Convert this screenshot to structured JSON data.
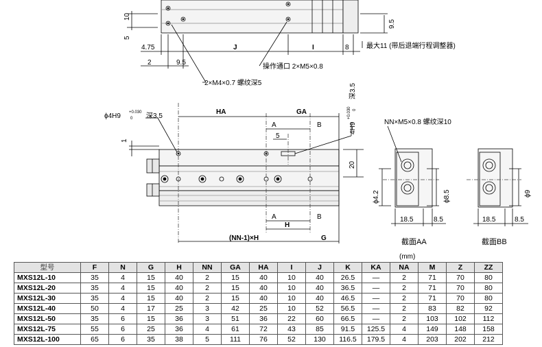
{
  "top_view": {
    "dims": {
      "d10": "10",
      "d5": "5",
      "d475": "4.75",
      "dJ": "J",
      "dI": "I",
      "d8": "8",
      "d2": "2",
      "d95a": "9.5",
      "d95b": "9.5"
    },
    "notes": {
      "stroke_adjuster": "最大11 (带后退端行程调整器)",
      "operation_port": "操作通口 2×M5×0.8",
      "thread_hole": "2×M4×0.7 螺纹深5"
    }
  },
  "front_view": {
    "pin_hole_left": "ϕ4H9",
    "pin_hole_left_tol": "+0.030",
    "pin_hole_left_tol_zero": "0",
    "pin_hole_left_depth": "深3.5",
    "pin_hole_right": "4H9",
    "pin_hole_right_tol": "+0.030",
    "pin_hole_right_tol_zero": "0",
    "pin_hole_right_depth": "深3.5",
    "dims": {
      "HA": "HA",
      "GA": "GA",
      "A_top": "A",
      "B_top": "B",
      "d5": "5",
      "d1": "1",
      "d20": "20",
      "A_bot": "A",
      "B_bot": "B",
      "H": "H",
      "NNH": "(NN-1)×H",
      "G": "G"
    }
  },
  "section_views": {
    "nn_thread": "NN×M5×0.8 螺纹深10",
    "d42": "ϕ4.2",
    "d85a": "ϕ8.5",
    "d185a": "18.5",
    "d85b": "8.5",
    "d9": "ϕ9",
    "d185b": "18.5",
    "d85c": "8.5",
    "label_aa": "截面AA",
    "label_bb": "截面BB"
  },
  "table": {
    "unit": "(mm)",
    "headers": [
      "型号",
      "F",
      "N",
      "G",
      "H",
      "NN",
      "GA",
      "HA",
      "I",
      "J",
      "K",
      "KA",
      "NA",
      "M",
      "Z",
      "ZZ"
    ],
    "rows": [
      [
        "MXS12L-10",
        "35",
        "4",
        "15",
        "40",
        "2",
        "15",
        "40",
        "10",
        "40",
        "26.5",
        "—",
        "2",
        "71",
        "70",
        "80"
      ],
      [
        "MXS12L-20",
        "35",
        "4",
        "15",
        "40",
        "2",
        "15",
        "40",
        "10",
        "40",
        "36.5",
        "—",
        "2",
        "71",
        "70",
        "80"
      ],
      [
        "MXS12L-30",
        "35",
        "4",
        "15",
        "40",
        "2",
        "15",
        "40",
        "10",
        "40",
        "46.5",
        "—",
        "2",
        "71",
        "70",
        "80"
      ],
      [
        "MXS12L-40",
        "50",
        "4",
        "17",
        "25",
        "3",
        "42",
        "25",
        "10",
        "52",
        "56.5",
        "—",
        "2",
        "83",
        "82",
        "92"
      ],
      [
        "MXS12L-50",
        "35",
        "6",
        "15",
        "36",
        "3",
        "51",
        "36",
        "22",
        "60",
        "66.5",
        "—",
        "2",
        "103",
        "102",
        "112"
      ],
      [
        "MXS12L-75",
        "55",
        "6",
        "25",
        "36",
        "4",
        "61",
        "72",
        "43",
        "85",
        "91.5",
        "125.5",
        "4",
        "149",
        "148",
        "158"
      ],
      [
        "MXS12L-100",
        "65",
        "6",
        "35",
        "38",
        "5",
        "111",
        "76",
        "52",
        "130",
        "116.5",
        "179.5",
        "4",
        "203",
        "202",
        "212"
      ]
    ]
  }
}
